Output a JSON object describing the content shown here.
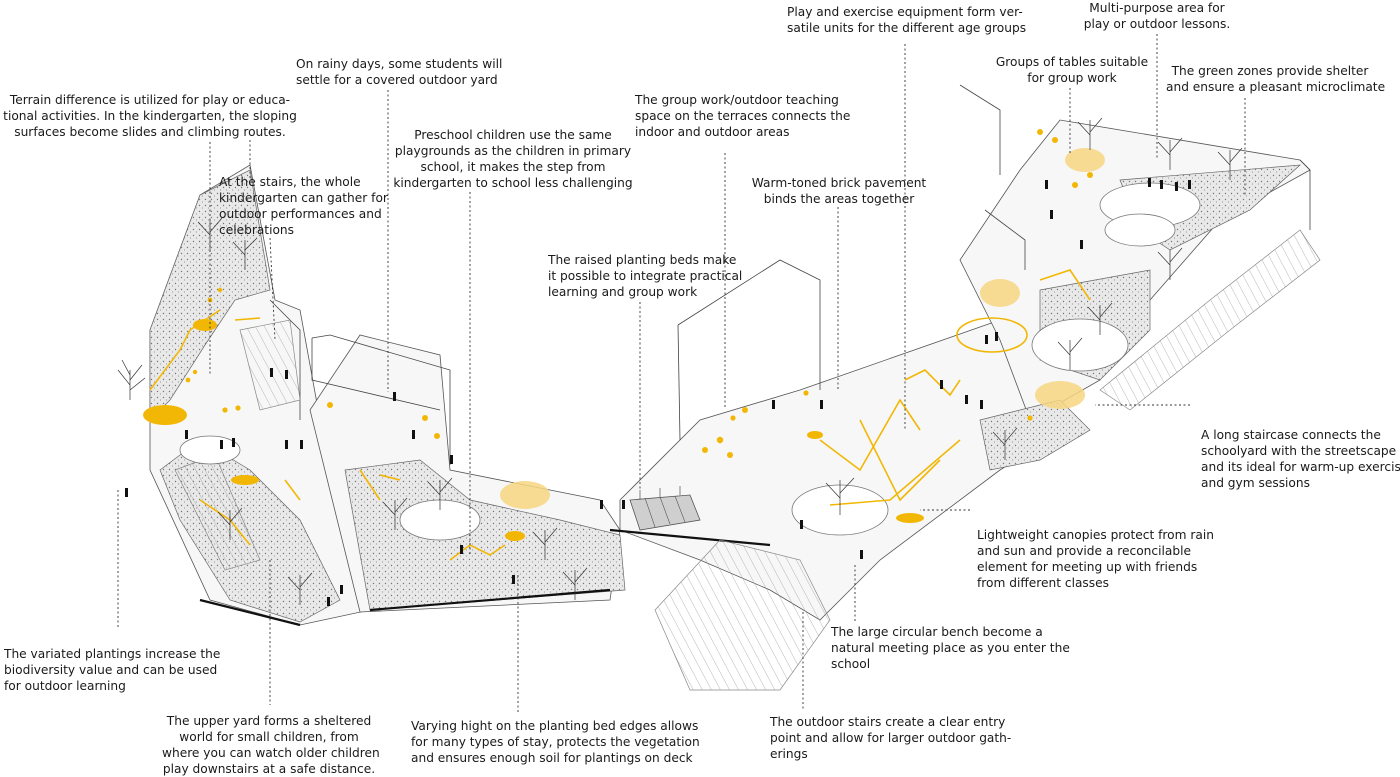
{
  "annotations": [
    {
      "id": "terrain",
      "text": "Terrain difference is utilized for play or educa-\ntional activities. In the kindergarten, the sloping\nsurfaces become slides and climbing routes."
    },
    {
      "id": "stairs-gather",
      "text": "At the stairs, the whole\nkindergarten can gather for\noutdoor performances and\ncelebrations"
    },
    {
      "id": "rainy-days",
      "text": "On rainy days, some students will\nsettle for a covered outdoor yard"
    },
    {
      "id": "preschool",
      "text": "Preschool children use the same\nplaygrounds as the children in primary\nschool, it makes the step from\nkindergarten to school less challenging"
    },
    {
      "id": "group-terraces",
      "text": "The group work/outdoor teaching\nspace on the terraces connects the\nindoor and outdoor areas"
    },
    {
      "id": "raised-beds",
      "text": "The raised planting beds make\nit possible to integrate practical\nlearning and group work"
    },
    {
      "id": "brick",
      "text": "Warm-toned brick pavement\nbinds the areas together"
    },
    {
      "id": "play-equipment",
      "text": "Play and exercise equipment form ver-\nsatile units for the different age groups"
    },
    {
      "id": "tables",
      "text": "Groups of tables suitable\nfor group work"
    },
    {
      "id": "multi-purpose",
      "text": "Multi-purpose area for\nplay or outdoor lessons."
    },
    {
      "id": "green-zones",
      "text": "The green zones provide shelter\nand ensure a pleasant microclimate"
    },
    {
      "id": "long-staircase",
      "text": "A long staircase connects the\nschoolyard with the streetscape\nand its ideal for warm-up exercises\nand gym sessions"
    },
    {
      "id": "canopies",
      "text": "Lightweight canopies protect from rain\nand sun and provide a reconcilable\nelement for meeting up with friends\nfrom different classes"
    },
    {
      "id": "circular-bench",
      "text": "The large circular bench become a\nnatural meeting place as you enter the\nschool"
    },
    {
      "id": "outdoor-stairs",
      "text": "The outdoor stairs create a clear entry\npoint and allow for larger outdoor gath-\nerings"
    },
    {
      "id": "plantings",
      "text": "The variated plantings increase the\nbiodiversity value and can be used\nfor outdoor learning"
    },
    {
      "id": "upper-yard",
      "text": "The upper yard forms a sheltered\nworld for small children, from\nwhere you can watch older children\nplay downstairs at a safe distance."
    },
    {
      "id": "bed-edges",
      "text": "Varying hight on the planting bed edges allows\nfor many types of stay, protects the vegetation\nand ensures enough soil for plantings on deck"
    }
  ],
  "colors": {
    "accent": "#f2b705",
    "accent_soft": "#f7d680",
    "ink": "#1a1a1a",
    "paving": "#f7f7f7"
  }
}
